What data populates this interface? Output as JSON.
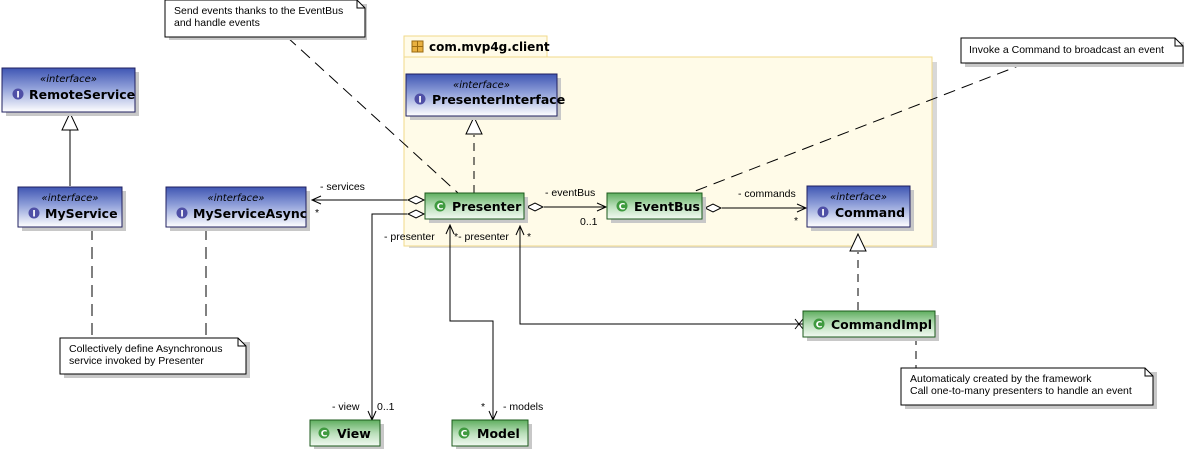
{
  "package": {
    "name": "com.mvp4g.client"
  },
  "interfaces": {
    "remote_service": {
      "stereotype": "«interface»",
      "name": "RemoteService"
    },
    "my_service": {
      "stereotype": "«interface»",
      "name": "MyService"
    },
    "my_service_async": {
      "stereotype": "«interface»",
      "name": "MyServiceAsync"
    },
    "presenter_interface": {
      "stereotype": "«interface»",
      "name": "PresenterInterface"
    },
    "command": {
      "stereotype": "«interface»",
      "name": "Command"
    }
  },
  "classes": {
    "presenter": {
      "name": "Presenter"
    },
    "event_bus": {
      "name": "EventBus"
    },
    "command_impl": {
      "name": "CommandImpl"
    },
    "view": {
      "name": "View"
    },
    "model": {
      "name": "Model"
    }
  },
  "badges": {
    "interface": "I",
    "class": "C"
  },
  "labels": {
    "services": "- services",
    "services_mult": "*",
    "event_bus": "- eventBus",
    "event_bus_mult": "0..1",
    "commands": "- commands",
    "commands_mult": "*",
    "presenter_view": "- presenter",
    "presenter_model": "*- presenter",
    "presenter_command_mult": "*",
    "view": "- view",
    "view_mult": "0..1",
    "models": "- models",
    "models_mult": "*"
  },
  "notes": {
    "event_bus_note": [
      "Send events thanks to the EventBus",
      "and handle events"
    ],
    "command_note": [
      "Invoke a Command to broadcast an event"
    ],
    "async_note": [
      "Collectively define Asynchronous",
      "service invoked by Presenter"
    ],
    "framework_note": [
      "Automaticaly created by the framework",
      "Call one-to-many presenters to handle an event"
    ]
  },
  "colors": {
    "interface_fill_top": "#5a6fc0",
    "interface_fill_bottom": "#ffffff",
    "class_fill_top": "#7cbf7c",
    "class_fill_bottom": "#e8f5e8",
    "package_fill": "#fffbe6",
    "package_border": "#f0d77a",
    "interface_badge": "#4f4fa6",
    "class_badge": "#3f9a3f"
  }
}
